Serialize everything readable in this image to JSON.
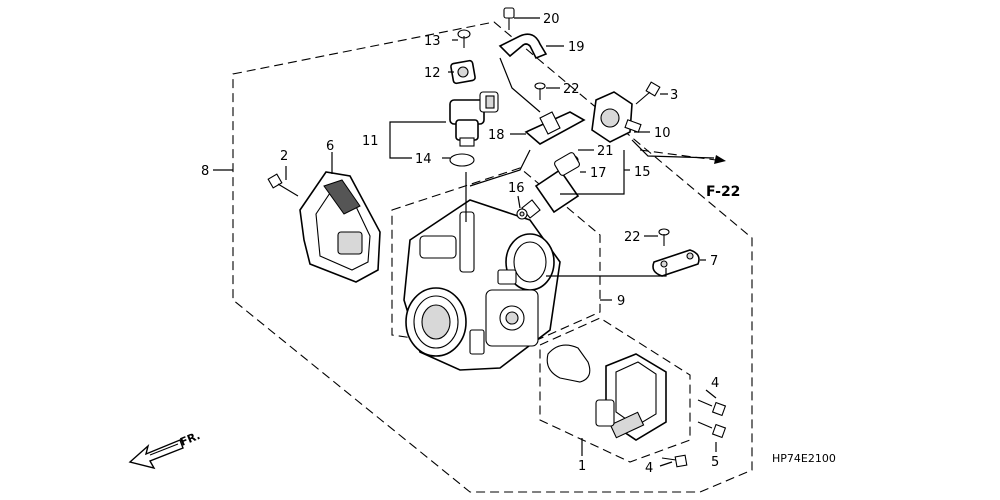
{
  "diagram": {
    "code": "HP74E2100",
    "ref_code": "F-22",
    "front_label": "FR.",
    "callouts": [
      "1",
      "2",
      "3",
      "4",
      "4",
      "5",
      "6",
      "7",
      "8",
      "9",
      "10",
      "11",
      "12",
      "13",
      "14",
      "15",
      "16",
      "17",
      "18",
      "19",
      "20",
      "21",
      "22",
      "22"
    ]
  }
}
